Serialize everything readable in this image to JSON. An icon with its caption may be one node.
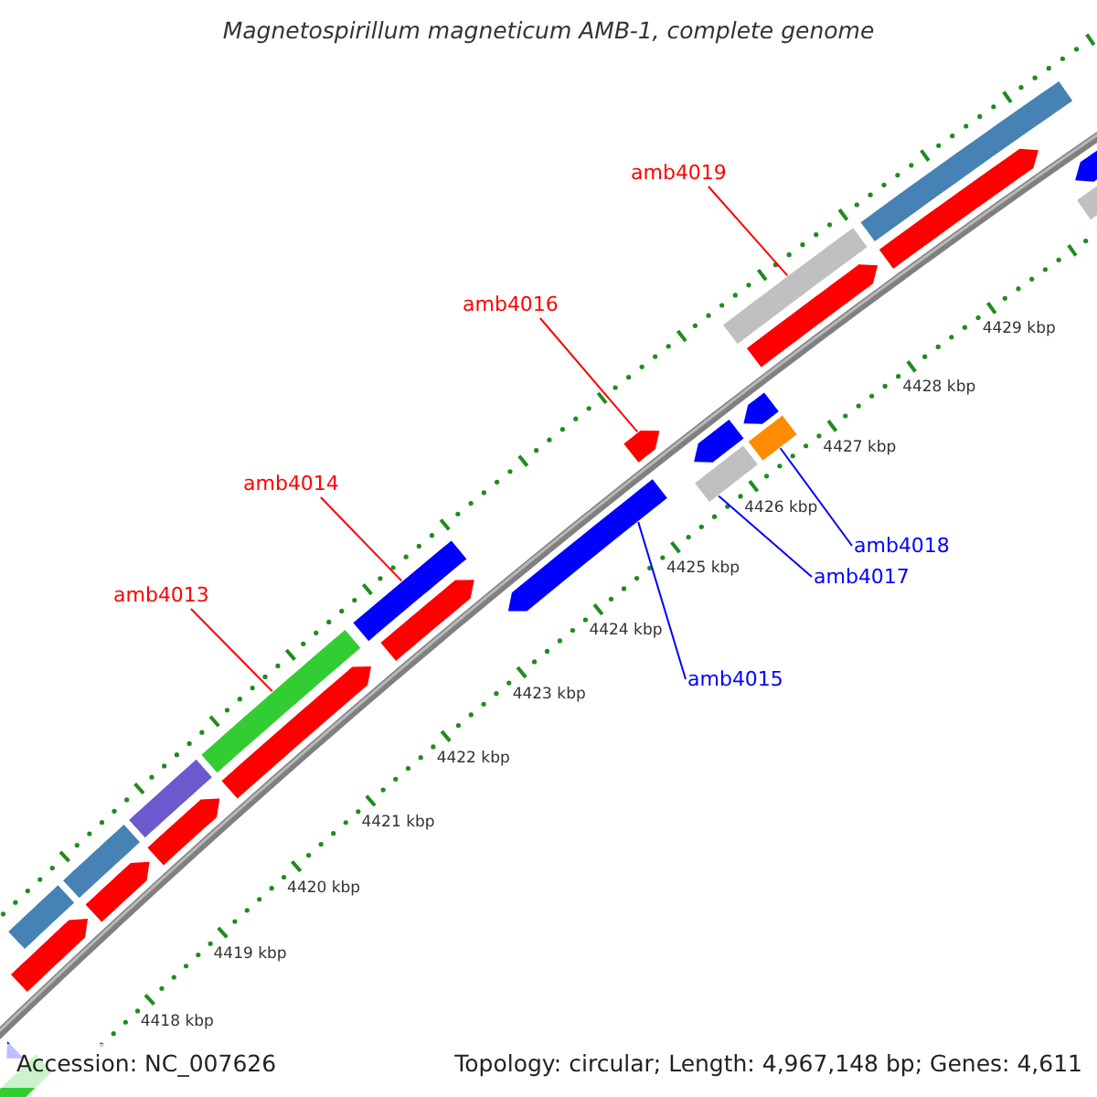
{
  "diagram": {
    "title": "Magnetospirillum magneticum AMB-1, complete genome",
    "nodes": [
      {
        "text": [
          "amb4019"
        ]
      },
      {
        "text": [
          "amb4016"
        ]
      },
      {
        "text": [
          "amb4014"
        ]
      },
      {
        "text": [
          "amb4018"
        ]
      },
      {
        "text": [
          "amb4017"
        ]
      },
      {
        "text": [
          "amb4013"
        ]
      },
      {
        "text": [
          "amb4015"
        ]
      },
      {
        "text": [],
        "shape": "bar"
      },
      {
        "text": [],
        "shape": "bar"
      },
      {
        "text": [],
        "shape": "bar"
      },
      {
        "text": [],
        "shape": "bar"
      },
      {
        "text": [],
        "shape": "bar"
      },
      {
        "text": [],
        "shape": "bar"
      },
      {
        "text": [],
        "shape": "bar"
      },
      {
        "text": [],
        "shape": "bar"
      },
      {
        "text": [],
        "shape": "bar"
      },
      {
        "text": [],
        "shape": "bar"
      },
      {
        "text": [],
        "shape": "bar"
      },
      {
        "text": [],
        "shape": "bar"
      },
      {
        "text": [],
        "shape": "bar"
      },
      {
        "text": [],
        "shape": "bar"
      },
      {
        "text": [],
        "shape": "bar"
      },
      {
        "text": [],
        "shape": "bar"
      },
      {
        "text": [],
        "shape": "bar"
      },
      {
        "text": [],
        "shape": "bar"
      },
      {
        "text": [],
        "shape": "bar"
      },
      {
        "text": [],
        "shape": "bar"
      },
      {
        "text": [],
        "shape": "bar"
      },
      {
        "text": [],
        "shape": "bar"
      },
      {
        "text": [],
        "shape": "bar"
      },
      {
        "text": [],
        "shape": "bar"
      }
    ],
    "edges": [
      {
        "from": 0,
        "to": 23,
        "arrow": "none"
      },
      {
        "from": 1,
        "to": 20,
        "arrow": "none"
      },
      {
        "from": 2,
        "to": 17,
        "arrow": "none"
      },
      {
        "from": 3,
        "to": 26,
        "arrow": "none",
        "color": "#0000ff"
      },
      {
        "from": 4,
        "to": 22,
        "arrow": "none",
        "color": "#0000ff"
      },
      {
        "from": 5,
        "to": 15,
        "arrow": "none"
      },
      {
        "from": 6,
        "to": 19,
        "arrow": "none",
        "color": "#0000ff"
      }
    ],
    "labels": [
      "4429 kbp",
      "4428 kbp",
      "4427 kbp",
      "4426 kbp",
      "4425 kbp",
      "4424 kbp",
      "4423 kbp",
      "4422 kbp",
      "4421 kbp",
      "4420 kbp",
      "4419 kbp",
      "4418 kbp",
      "Accession: NC_007626",
      "Topology: circular; Length: 4,967,148 bp; Genes: 4,611"
    ]
  }
}
